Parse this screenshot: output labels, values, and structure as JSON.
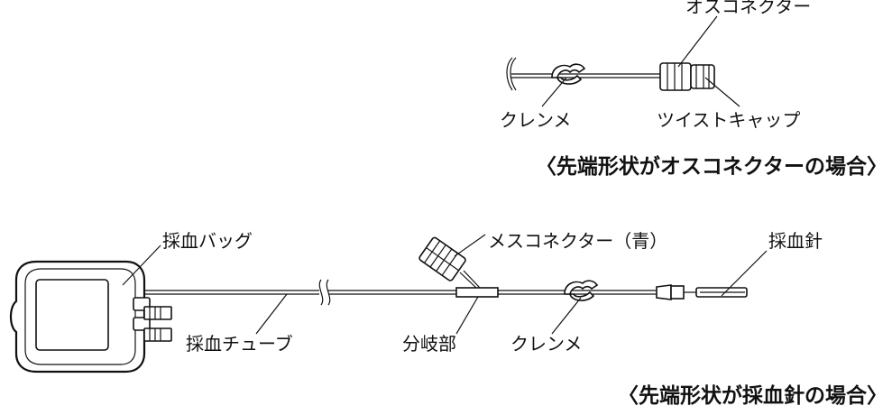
{
  "top_diagram": {
    "labels": {
      "male_connector": "オスコネクター",
      "clamp": "クレンメ",
      "twist_cap": "ツイストキャップ"
    },
    "caption": "〈先端形状がオスコネクターの場合〉"
  },
  "bottom_diagram": {
    "labels": {
      "blood_bag": "採血バッグ",
      "female_connector": "メスコネクター（青）",
      "needle": "採血針",
      "blood_tube": "採血チューブ",
      "branch": "分岐部",
      "clamp": "クレンメ"
    },
    "caption": "〈先端形状が採血針の場合〉"
  }
}
